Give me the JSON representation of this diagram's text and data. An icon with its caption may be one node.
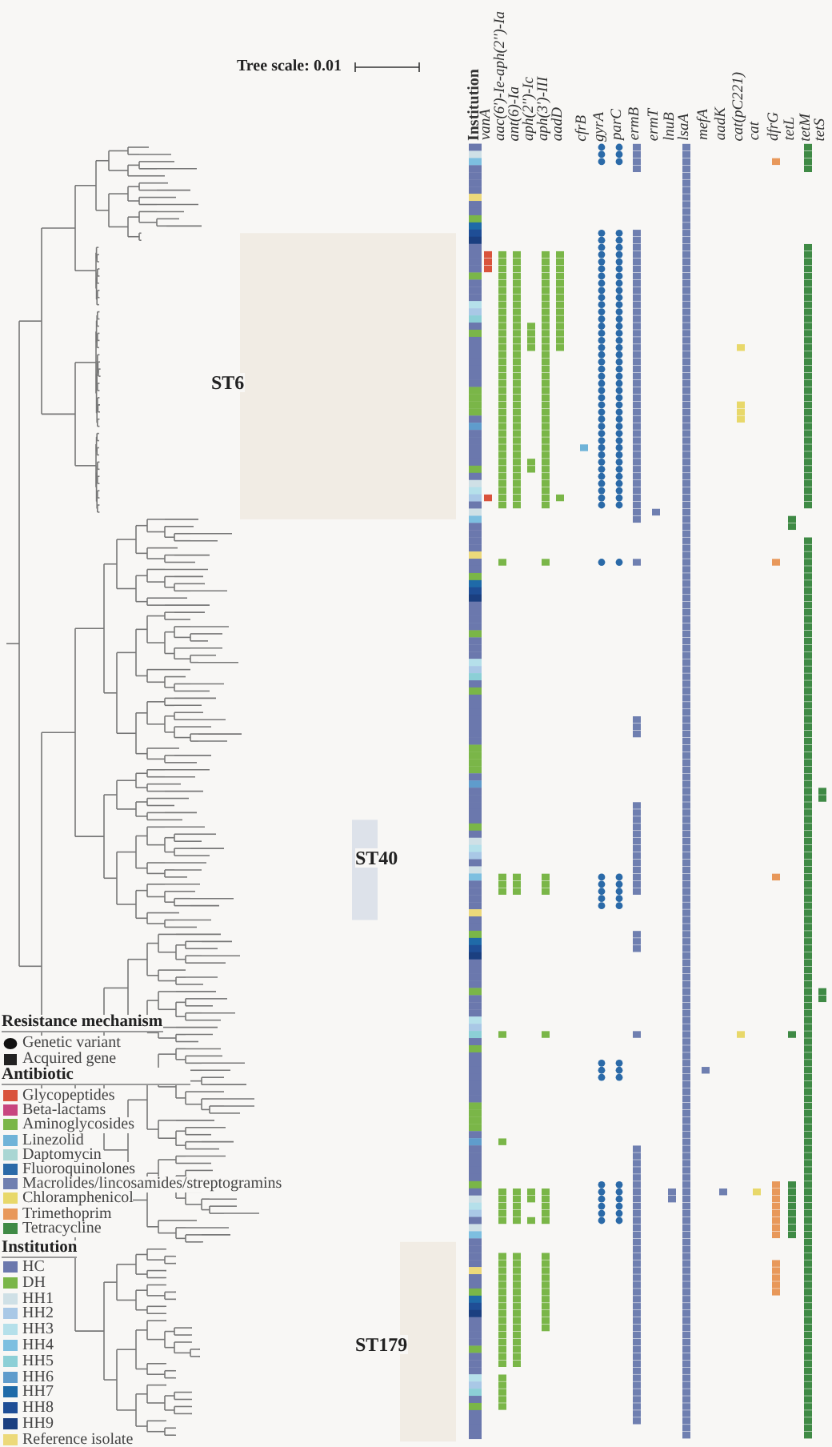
{
  "diagram": {
    "labels": [
      "Tree scale: 0.01",
      "Institution",
      "vanA",
      "aac(6')-Ie-aph(2'')-Ia",
      "ant(6)-Ia",
      "aph(2'')-Ic",
      "aph(3')-III",
      "aadD",
      "cfrB",
      "gyrA",
      "parC",
      "ermB",
      "ermT",
      "lnuB",
      "lsaA",
      "mefA",
      "aadK",
      "cat(pC221)",
      "cat",
      "dfrG",
      "tetL",
      "tetM",
      "tetS",
      "ST6",
      "ST40",
      "ST179",
      "Resistance mechanism",
      "Antibiotic",
      "Institution"
    ],
    "legend": [
      {
        "text": "Genetic variant"
      },
      {
        "text": "Acquired gene"
      },
      {
        "text": "Glycopeptides",
        "color": "#d9533c"
      },
      {
        "text": "Beta-lactams",
        "color": "#c8457f"
      },
      {
        "text": "Aminoglycosides",
        "color": "#7ab648"
      },
      {
        "text": "Linezolid",
        "color": "#6fb3d8"
      },
      {
        "text": "Daptomycin",
        "color": "#a9d6d3"
      },
      {
        "text": "Fluoroquinolones",
        "color": "#2b6aa8"
      },
      {
        "text": "Macrolides/lincosamides/streptogramins",
        "color": "#6f7fb0"
      },
      {
        "text": "Chloramphenicol",
        "color": "#e8d86a"
      },
      {
        "text": "Trimethoprim",
        "color": "#e8985a"
      },
      {
        "text": "Tetracycline",
        "color": "#3f8a45"
      },
      {
        "text": "HC",
        "color": "#6b78ad"
      },
      {
        "text": "DH",
        "color": "#7ab648"
      },
      {
        "text": "HH1",
        "color": "#cfe0e6"
      },
      {
        "text": "HH2",
        "color": "#a9c8e6"
      },
      {
        "text": "HH3",
        "color": "#b5e0ea"
      },
      {
        "text": "HH4",
        "color": "#7dbfe0"
      },
      {
        "text": "HH5",
        "color": "#8ccfd6"
      },
      {
        "text": "HH6",
        "color": "#5f9ccc"
      },
      {
        "text": "HH7",
        "color": "#1f6aa8"
      },
      {
        "text": "HH8",
        "color": "#1f4e96"
      },
      {
        "text": "HH9",
        "color": "#1b3f80"
      },
      {
        "text": "Reference isolate",
        "color": "#ecd97a"
      }
    ]
  }
}
